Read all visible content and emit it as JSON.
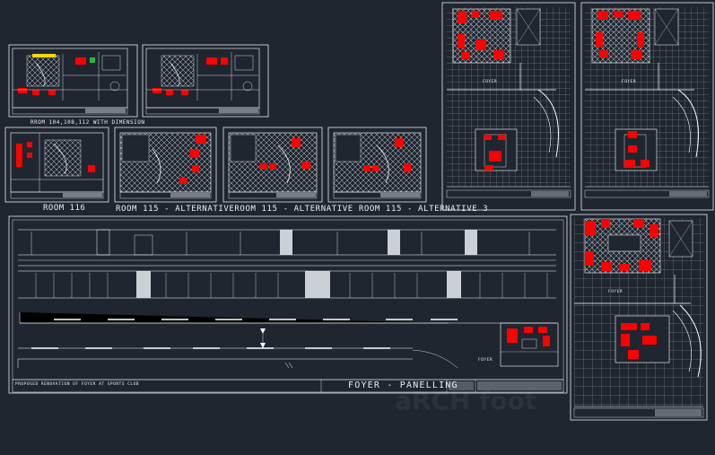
{
  "drawing": {
    "labels": {
      "room_dims": "RROM 104,108,112 WITH DIMENSION",
      "room_116": "ROOM 116",
      "room_115_alt_row": "ROOM 115 - ALTERNATIVEROOM 115 - ALTERNATIVE ROOM 115 - ALTERNATIVE 3",
      "foyer_top1": "FOYER",
      "foyer_top2": "FOYER",
      "foyer_right": "FOYER",
      "foyer_panel_small": "FOYER",
      "panelling_title": "FOYER - PANELLING",
      "project_note": "PROPOSED RENOVATION OF FOYER AT SPORTS CLUB"
    },
    "watermark": "aRCH foot",
    "colors": {
      "background": "#1f2630",
      "linework": "#ffffff",
      "furniture": "#ff0000",
      "accent_yellow": "#ffd400",
      "accent_green": "#2fb24a"
    }
  }
}
